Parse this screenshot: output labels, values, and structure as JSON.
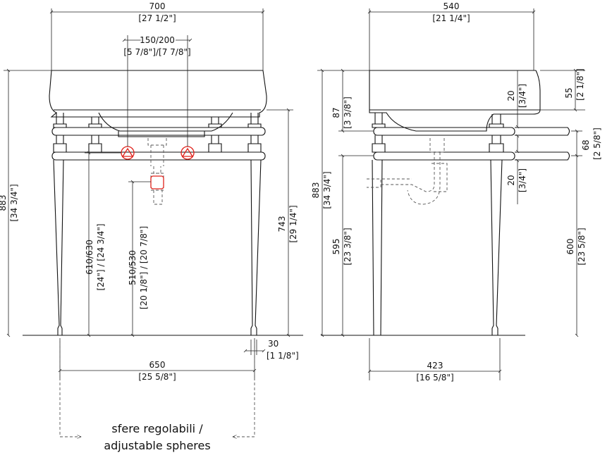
{
  "front_view": {
    "width_mm": "700",
    "width_in": "[27 1/2\"]",
    "faucet_spacing_mm": "150/200",
    "faucet_spacing_in": "[5 7/8\"]/[7 7/8\"]",
    "total_height_mm": "883",
    "total_height_in": "[34 3/4\"]",
    "rim_height_mm": "743",
    "rim_height_in": "[29 1/4\"]",
    "upper_rail_height": "610/630",
    "upper_rail_height_in": "[24\"] / [24 3/4\"]",
    "drain_height": "510/530",
    "drain_height_in": "[20 1/8\"] / [20 7/8\"]",
    "leg_span_mm": "650",
    "leg_span_in": "[25 5/8\"]",
    "foot_mm": "30",
    "foot_in": "[1 1/8\"]"
  },
  "side_view": {
    "depth_mm": "540",
    "depth_in": "[21 1/4\"]",
    "bowl_depth_mm": "87",
    "bowl_depth_in": "[3 3/8\"]",
    "total_height_mm": "883",
    "total_height_in": "[34 3/4\"]",
    "rail_height_mm": "595",
    "rail_height_in": "[23 3/8\"]",
    "upper_tube_mm": "20",
    "upper_tube_in": "[3/4\"]",
    "lip_mm": "55",
    "lip_in": "[2 1/8\"]",
    "rail_gap_mm": "68",
    "rail_gap_in": "[2 5/8\"]",
    "lower_tube_mm": "20",
    "lower_tube_in": "[3/4\"]",
    "lower_rail_height_mm": "600",
    "lower_rail_height_in": "[23 5/8\"]",
    "leg_depth_mm": "423",
    "leg_depth_in": "[16 5/8\"]"
  },
  "note": {
    "line1": "sfere regolabili /",
    "line2": "adjustable spheres"
  },
  "colors": {
    "ink": "#111111",
    "highlight": "#e0221b",
    "dashed": "#555555"
  }
}
